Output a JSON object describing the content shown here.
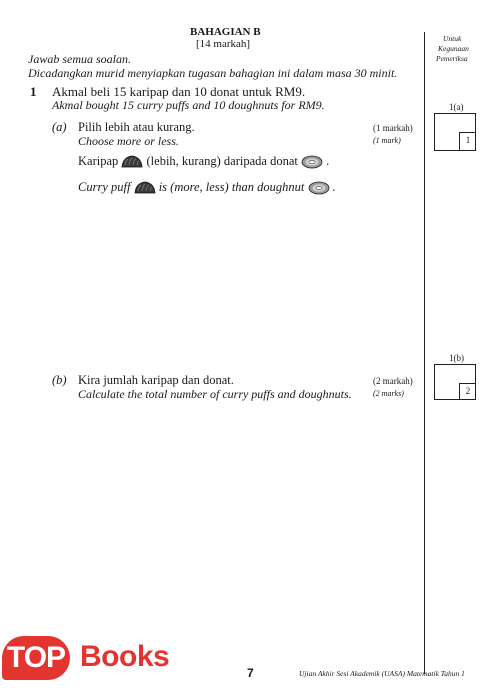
{
  "header": {
    "section_title": "BAHAGIAN B",
    "section_marks": "[14 markah]",
    "instruction_1": "Jawab semua soalan.",
    "instruction_2": "Dicadangkan murid menyiapkan tugasan bahagian ini dalam masa 30 minit."
  },
  "margin": {
    "line1": "Untuk",
    "line2": "Kegunaan",
    "line3": "Pemeriksa"
  },
  "question": {
    "number": "1",
    "stem_malay": "Akmal beli 15 karipap dan 10 donat untuk RM9.",
    "stem_english": "Akmal bought 15 curry puffs and 10 doughnuts for RM9."
  },
  "part_a": {
    "label": "(a)",
    "instr_malay": "Pilih lebih atau kurang.",
    "instr_english": "Choose more or less.",
    "marks_malay": "(1 markah)",
    "marks_english": "(1 mark)",
    "sentence_malay_start": "Karipap",
    "sentence_malay_mid": "(lebih, kurang) daripada donat",
    "sentence_malay_end": ".",
    "sentence_english_start": "Curry puff",
    "sentence_english_mid": "is (more, less) than doughnut",
    "sentence_english_end": ".",
    "box_label": "1(a)",
    "box_score": "1"
  },
  "part_b": {
    "label": "(b)",
    "instr_malay": "Kira jumlah karipap dan donat.",
    "instr_english": "Calculate the total number of curry puffs and doughnuts.",
    "marks_malay": "(2 markah)",
    "marks_english": "(2 marks)",
    "box_label": "1(b)",
    "box_score": "2"
  },
  "footer": {
    "page_number": "7",
    "exam_title": "Ujian Akhir Sesi Akademik (UASA) Matematik Tahun 1",
    "logo_top": "TOP",
    "logo_books": "Books"
  },
  "icons": {
    "curry_puff": "curry-puff-icon",
    "doughnut": "doughnut-icon"
  }
}
